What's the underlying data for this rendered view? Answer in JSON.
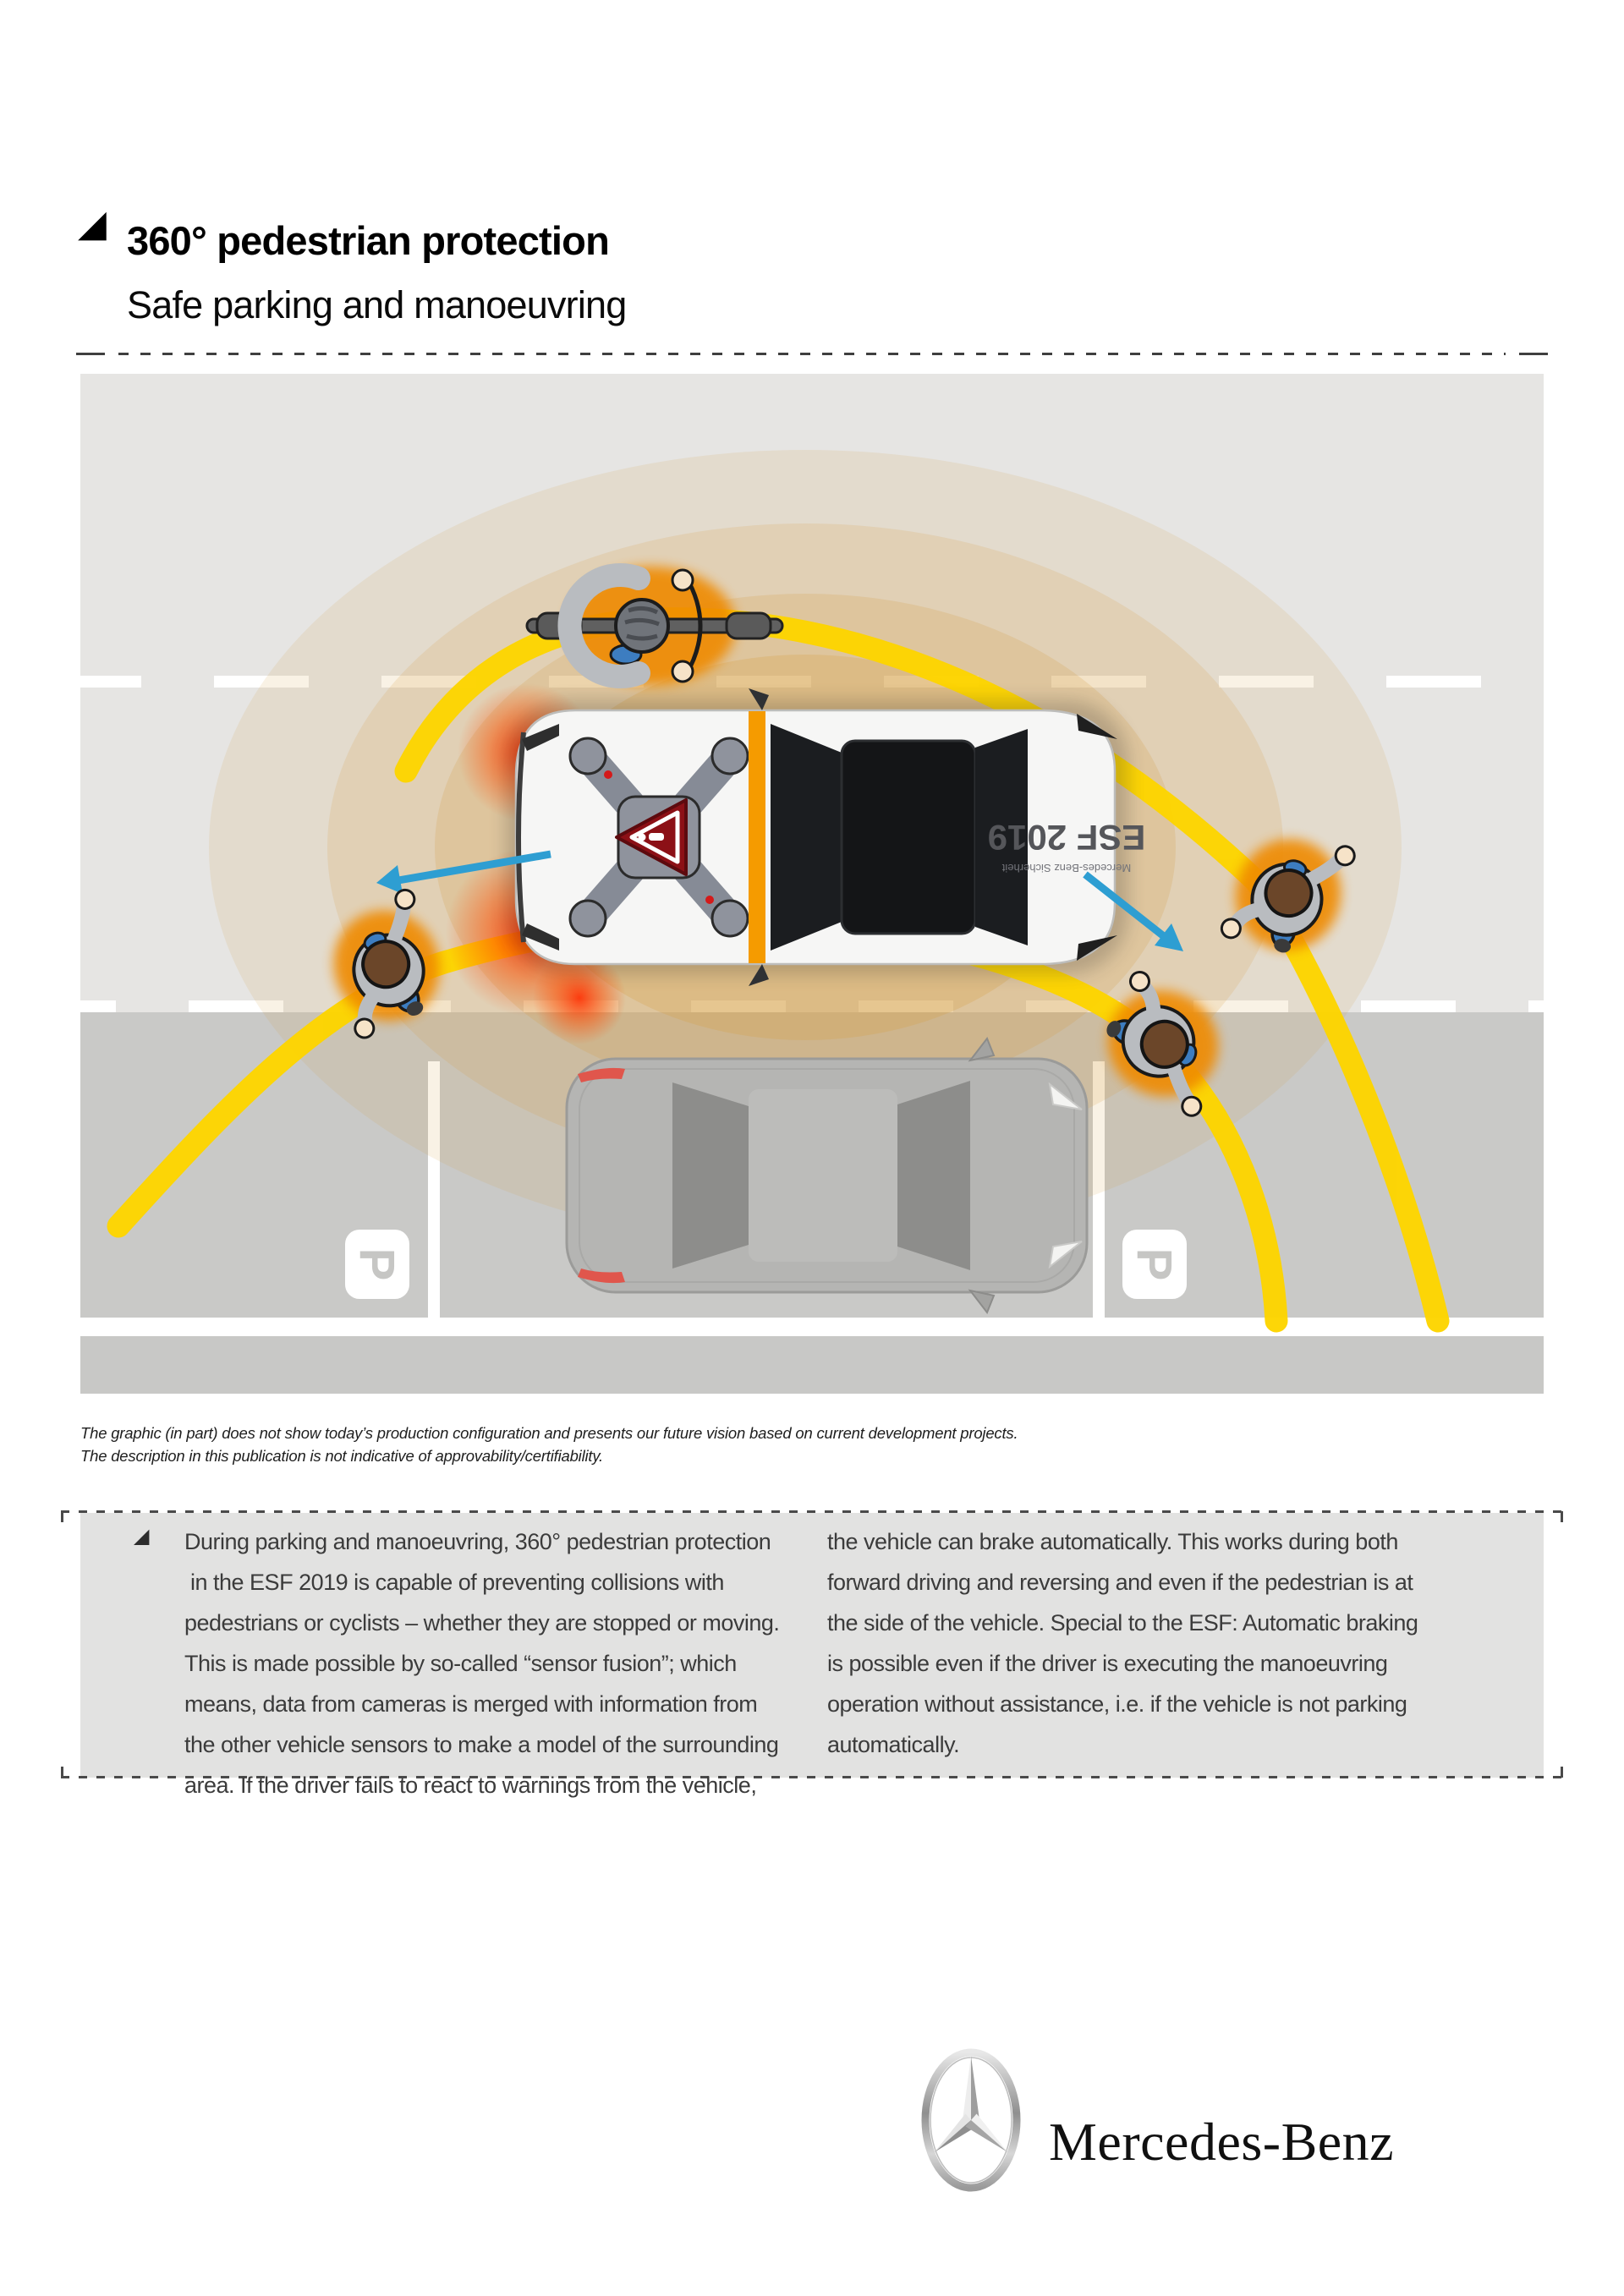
{
  "header": {
    "marker": "◢",
    "title": "360° pedestrian protection",
    "subtitle": "Safe parking and manoeuvring"
  },
  "illustration": {
    "esf_label": "ESF 2019",
    "esf_sublabel": "Mercedes-Benz Sicherheit",
    "parking_sign_left": "P",
    "parking_sign_right": "P",
    "colors": {
      "road": "#e6e5e3",
      "parking_lot": "#c9c9c7",
      "curb_strip": "#c8c8c6",
      "detection_zone": "#d7a049",
      "sensor_arc_yellow": "#fdd500",
      "alert_red": "#ff3000",
      "motion_arrow_blue": "#2e9ed2",
      "pedestrian_highlight_orange": "#ef8a00",
      "vehicle_stripe_orange": "#f59b00"
    }
  },
  "disclaimer": {
    "lines": [
      "The graphic (in part) does not show today’s production configuration and presents our future vision based on current development projects.",
      "The description in this publication is not indicative of approvability/certifiability."
    ]
  },
  "body_text": {
    "bullet": "◢",
    "left_lines": [
      "During parking and manoeuvring, 360° pedestrian protection",
      " in the ESF 2019 is capable of preventing collisions with",
      "pedestrians or cyclists – whether they are stopped or moving.",
      "This is made possible by so-called “sensor fusion”; which",
      "means, data from cameras is merged with information from",
      "the other vehicle sensors to make a model of the surrounding",
      "area. If the driver fails to react to warnings from the vehicle,"
    ],
    "right_lines": [
      "the vehicle can brake automatically. This works during both",
      "forward driving and reversing and even if the pedestrian is at",
      "the side of the vehicle. Special to the ESF: Automatic braking",
      "is possible even if the driver is executing the manoeuvring",
      "operation without assistance, i.e. if the vehicle is not parking",
      "automatically."
    ]
  },
  "footer": {
    "brand": "Mercedes-Benz"
  }
}
